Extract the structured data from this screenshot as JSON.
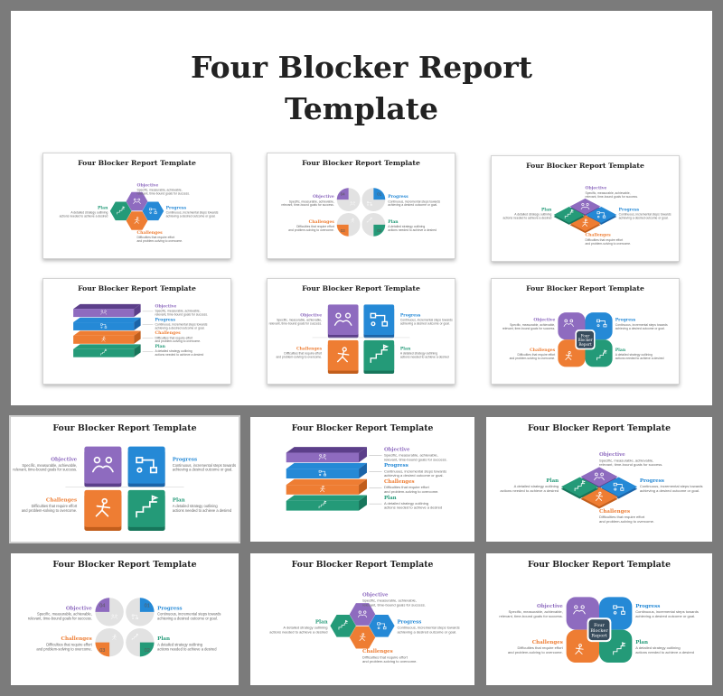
{
  "page": {
    "title_line1": "Four Blocker Report",
    "title_line2": "Template"
  },
  "slide_title": "Four Blocker Report Template",
  "center_label_line1": "Four",
  "center_label_line2": "Blocker",
  "center_label_line3": "Report",
  "blockers": {
    "objective": {
      "label": "Objective",
      "text1": "Specific, measurable, achievable,",
      "text2": "relevant, time-bound goals for success."
    },
    "progress": {
      "label": "Progress",
      "text1": "Continuous, incremental steps towards",
      "text2": "achieving a desired outcome or goal."
    },
    "challenges": {
      "label": "Challenges",
      "text1": "Difficulties that require effort",
      "text2": "and problem-solving to overcome."
    },
    "plan": {
      "label": "Plan",
      "text1": "A detailed strategy outlining",
      "text2": "actions needed to achieve a desired"
    }
  },
  "numbers": [
    "01",
    "02",
    "03",
    "04"
  ],
  "colors": {
    "objective": "#8e6bbf",
    "progress": "#2589d6",
    "challenges": "#ee7d33",
    "plan": "#249a78",
    "objective_dark": "#5c3f8a",
    "progress_dark": "#1b64a8",
    "challenges_dark": "#c25e1c",
    "plan_dark": "#17765b",
    "center": "#374b5c",
    "ring": "#e2e2e2"
  },
  "icons": {
    "objective": "handshake-icon",
    "progress": "flowchart-icon",
    "challenges": "runner-hurdle-icon",
    "plan": "stairs-goal-icon"
  }
}
